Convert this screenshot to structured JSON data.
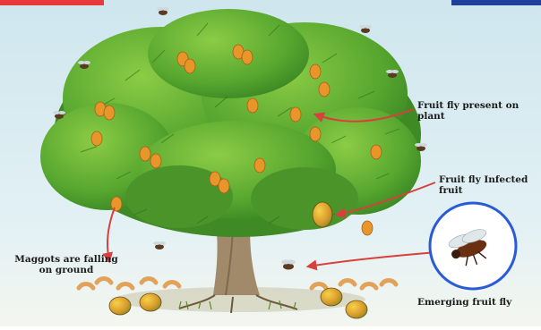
{
  "labels": {
    "fruit_fly_present": "Fruit fly present on plant",
    "fruit_fly_infected": "Fruit fly Infected fruit",
    "maggots_line1": "Maggots are falling",
    "maggots_line2": "on ground",
    "emerging": "Emerging fruit fly"
  },
  "colors": {
    "background": "#d9ecf2",
    "foliage": "#4f9a2c",
    "trunk": "#a08a6a",
    "fruit": "#e8962a",
    "arrow": "#d8403e",
    "circle": "#2a5bd7",
    "accent_red": "#e8383d",
    "accent_blue": "#1f3f9a"
  },
  "icons": [
    "fruit-fly-icon",
    "maggot-icon",
    "mango-fruit-icon"
  ]
}
